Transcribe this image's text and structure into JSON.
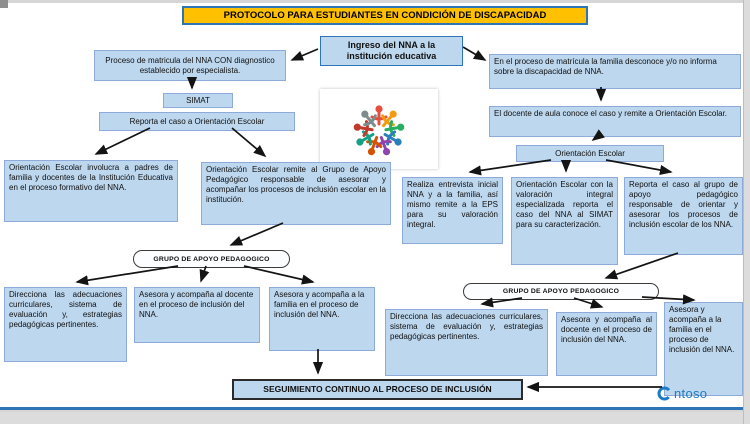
{
  "title": "PROTOCOLO PARA ESTUDIANTES EN CONDICIÓN DE DISCAPACIDAD",
  "colors": {
    "box_fill": "#bdd7ee",
    "title_fill": "#ffc000",
    "accent_blue": "#2e75b6",
    "logo_blue": "#1e7bc4"
  },
  "nodes": {
    "ingreso": {
      "text": "Ingreso del NNA a la institución educativa"
    },
    "matricula_con": {
      "text": "Proceso de matricula del NNA CON diagnostico establecido por especialista."
    },
    "matricula_desconoce": {
      "text": "En el proceso de matrícula la familia desconoce y/o no informa sobre la discapacidad de NNA."
    },
    "simat": {
      "text": "SIMAT"
    },
    "reporta_orientacion": {
      "text": "Reporta  el caso a Orientación Escolar"
    },
    "docente_aula": {
      "text": "El docente de aula conoce el caso y remite a Orientación Escolar."
    },
    "orientacion_escolar": {
      "text": "Orientación Escolar"
    },
    "oe_involucra": {
      "text": "Orientación Escolar involucra a padres de familia y docentes de la Institución Educativa en el proceso formativo del NNA."
    },
    "oe_remite": {
      "text": "Orientación Escolar remite  al Grupo de Apoyo Pedagógico  responsable de asesorar y acompañar los procesos de inclusión escolar en la institución."
    },
    "entrevista": {
      "text": "Realiza entrevista inicial NNA y a la familia, así mismo remite a la EPS para  su valoración integral."
    },
    "oe_valoracion": {
      "text": "Orientación Escolar con la valoración integral especializada reporta el caso del NNA al SIMAT para su caracterización."
    },
    "reporta_grupo": {
      "text": "Reporta el caso al grupo de apoyo pedagógico responsable de orientar y asesorar los procesos de inclusión escolar de los NNA."
    },
    "grupo_left": {
      "text": "GRUPO DE APOYO PEDAGOGICO"
    },
    "direcciona_left": {
      "text": "Direcciona las adecuaciones curriculares, sistema de evaluación y,  estrategias pedagógicas pertinentes."
    },
    "asesora_docente_left": {
      "text": "Asesora y acompaña  al docente en el proceso  de inclusión del NNA."
    },
    "asesora_familia_left": {
      "text": "Asesora y acompaña a la familia en el proceso de inclusión del NNA."
    },
    "grupo_right": {
      "text": "GRUPO DE APOYO PEDAGOGICO"
    },
    "direcciona_right": {
      "text": "Direcciona las adecuaciones curriculares, sistema de evaluación y,  estrategias pedagógicas pertinentes."
    },
    "asesora_docente_right": {
      "text": "Asesora  y acompaña al docente en el proceso  de inclusión del NNA."
    },
    "asesora_familia_right": {
      "text": "Asesora y acompaña a la familia en el proceso de inclusión del NNA."
    },
    "seguimiento": {
      "text": "SEGUIMIENTO CONTINUO AL PROCESO DE INCLUSIÓN"
    }
  },
  "logo": {
    "text": "ntoso"
  }
}
